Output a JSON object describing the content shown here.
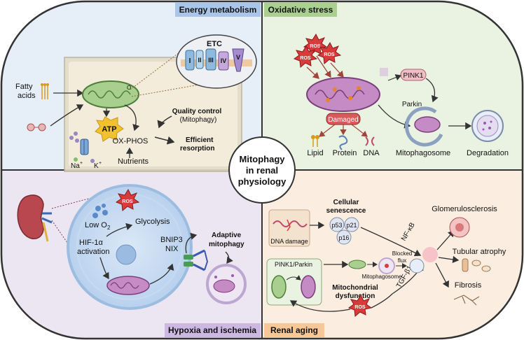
{
  "panels": {
    "energy": "Energy metabolism",
    "oxidative": "Oxidative stress",
    "hypoxia": "Hypoxia and ischemia",
    "aging": "Renal aging"
  },
  "center": {
    "line1": "Mitophagy",
    "line2": "in renal",
    "line3": "physiology"
  },
  "energy": {
    "fatty1": "Fatty",
    "fatty2": "acids",
    "o2": "O",
    "etc": "ETC",
    "complexes": [
      "I",
      "II",
      "III",
      "IV",
      "V"
    ],
    "atp": "ATP",
    "oxphos": "OX-PHOS",
    "qc": "Quality control",
    "mitophagy": "(Mitophagy)",
    "eff1": "Efficient",
    "eff2": "resorption",
    "nutrients": "Nutrients",
    "na": "Na",
    "k": "K",
    "plus": "+"
  },
  "oxidative": {
    "ros": "ROS",
    "pink1": "PINK1",
    "parkin": "Parkin",
    "damaged": "Damaged",
    "lipid": "Lipid",
    "protein": "Protein",
    "dna": "DNA",
    "mitophagosome": "Mitophagosome",
    "degradation": "Degradation"
  },
  "hypoxia": {
    "ros": "ROS",
    "lowo2": "Low O",
    "sub2": "2",
    "glycolysis": "Glycolysis",
    "hif1": "HIF-1α",
    "hif2": "activation",
    "bnip3": "BNIP3",
    "nix": "NIX",
    "adaptive1": "Adaptive",
    "adaptive2": "mitophagy"
  },
  "aging": {
    "cell1": "Cellular",
    "cell2": "senescence",
    "p53": "p53",
    "p21": "p21",
    "p16": "p16",
    "dnadamage": "DNA damage",
    "nfkb": "NF-κB",
    "glomerulo": "Glomerulosclerosis",
    "tubular": "Tubular atrophy",
    "fibrosis": "Fibrosis",
    "tgf": "TGF-β1",
    "pinkparkin": "PINK1/Parkin",
    "blocked1": "Blocked",
    "blocked2": "flux",
    "mitophagosome": "Mitophagosome",
    "mitodys1": "Mitochondrial",
    "mitodys2": "dysfunction",
    "ros": "ROS"
  }
}
